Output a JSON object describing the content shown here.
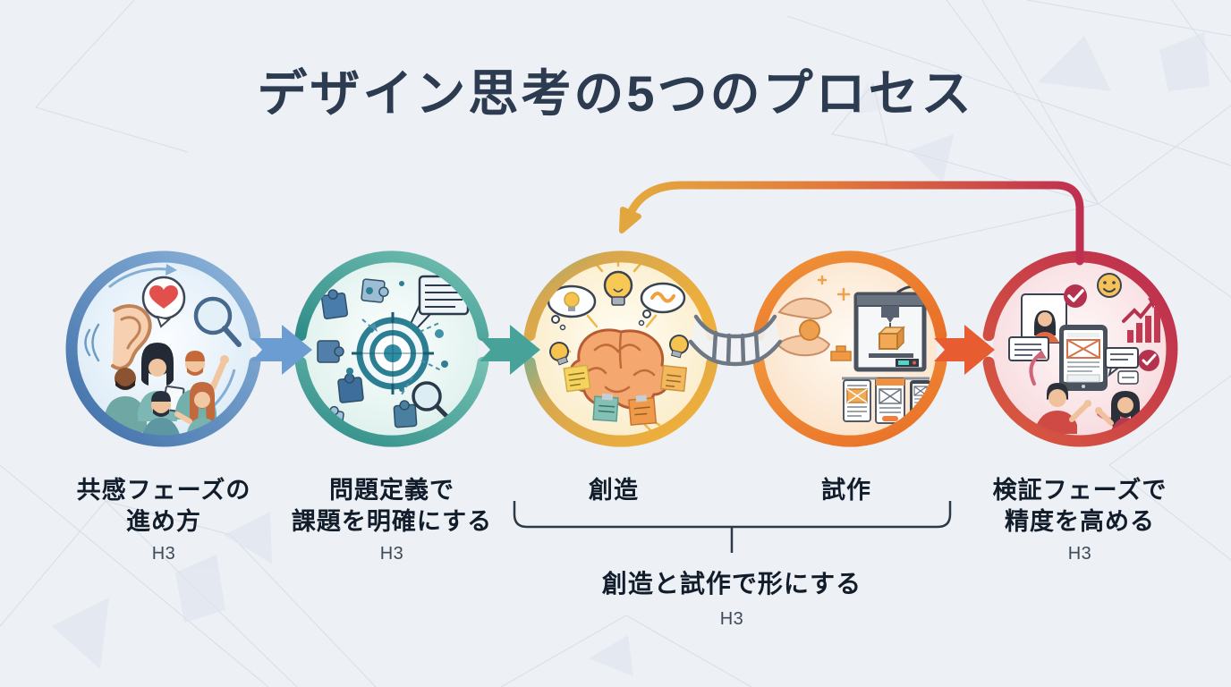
{
  "title": "デザイン思考の5つのプロセス",
  "steps": [
    {
      "name": "empathize",
      "title_lines": [
        "共感フェーズの",
        "進め方"
      ],
      "tag": "H3",
      "ring_color": "#5b8ec4",
      "icons": [
        "ear-icon",
        "sound-waves-icon",
        "heart-speech-bubble-icon",
        "magnifier-icon",
        "cycle-arrows-icon",
        "user-group-illustration"
      ]
    },
    {
      "name": "define",
      "title_lines": [
        "問題定義で",
        "課題を明確にする"
      ],
      "tag": "H3",
      "ring_color": "#3f9e9a",
      "icons": [
        "puzzle-pieces-icon",
        "target-icon",
        "note-callout-icon",
        "magnifier-icon",
        "scatter-dots"
      ]
    },
    {
      "name": "ideate",
      "title_lines": [
        "創造"
      ],
      "tag": "",
      "ring_color": "#e9ab3f",
      "icons": [
        "brain-icon",
        "lightbulb-icon",
        "thought-cloud-icon",
        "sticky-notes-icon",
        "idea-rays"
      ]
    },
    {
      "name": "prototype",
      "title_lines": [
        "試作"
      ],
      "tag": "",
      "ring_color": "#ec7e2e",
      "icons": [
        "hands-molding-icon",
        "printer-3d-icon",
        "wireframe-cards-icon"
      ]
    },
    {
      "name": "test",
      "title_lines": [
        "検証フェーズで",
        "精度を高める"
      ],
      "tag": "H3",
      "ring_color": "#c23351",
      "icons": [
        "user-video-card-icon",
        "check-badge-icon",
        "smiley-icon",
        "growth-chart-icon",
        "tablet-wireframe-icon",
        "chat-bubble-icon",
        "cycle-arrows-pink",
        "user-pair-illustration"
      ]
    }
  ],
  "bracket": {
    "label": "創造と試作で形にする",
    "tag": "H3"
  },
  "connectors": {
    "arrow_1_2": "blue-right-arrow",
    "arrow_2_3": "teal-right-arrow",
    "bridge_3_4": "bridge-icon",
    "arrow_4_5": "orange-right-arrow",
    "feedback": "loop-arrow-test-to-ideate"
  },
  "colors": {
    "background": "#edf0f5",
    "title_text": "#2c3b50",
    "label_text": "#121d2b",
    "h3_text": "#3e4a58",
    "arrow_blue": "#6b9cd2",
    "arrow_teal": "#47a29a",
    "arrow_orange": "#e85c31",
    "feedback_gradient_start": "#e5aa3f",
    "feedback_gradient_end": "#bf2f50",
    "bracket_line": "#2d3946",
    "bridge_grey": "#6e7884"
  }
}
